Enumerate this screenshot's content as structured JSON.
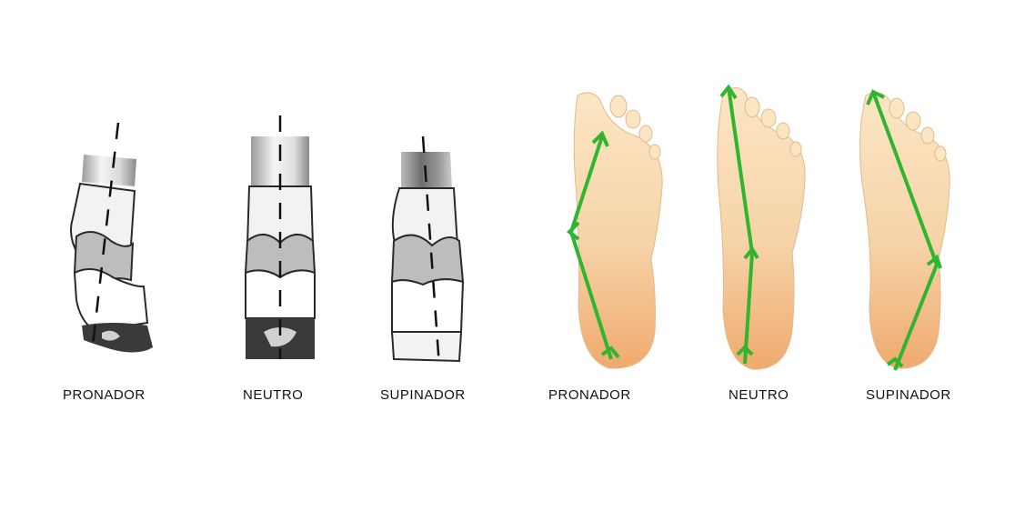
{
  "rear_views": {
    "pronador": "PRONADOR",
    "neutro": "NEUTRO",
    "supinador": "SUPINADOR"
  },
  "footprints": {
    "pronador": "PRONADOR",
    "neutro": "NEUTRO",
    "supinador": "SUPINADOR"
  },
  "colors": {
    "arrow": "#2fb52f",
    "skin_light": "#fbe6c4",
    "skin_dark": "#efaa6e",
    "outline": "#2a2a2a"
  }
}
